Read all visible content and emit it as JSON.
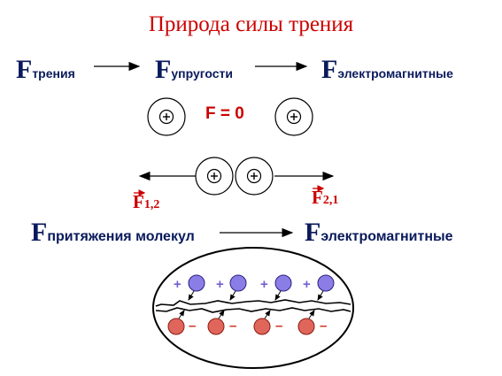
{
  "title": "Природа силы трения",
  "row1": {
    "f1_letter": "F",
    "f1_sub": "трения",
    "f2_letter": "F",
    "f2_sub": "упругости",
    "f3_letter": "F",
    "f3_sub": "электромагнитные"
  },
  "zero_force_label": "F = 0",
  "vector_labels": {
    "left": {
      "letter": "F",
      "sub": "1,2"
    },
    "right": {
      "letter": "F",
      "sub": "2,1"
    }
  },
  "row2": {
    "f1_letter": "F",
    "f1_sub": "притяжения молекул",
    "f2_letter": "F",
    "f2_sub": "электромагнитные"
  },
  "charges": {
    "positive": "+",
    "negative": "–"
  },
  "colors": {
    "title": "#cc0000",
    "text": "#0a1a5c",
    "positive_particle": "#8a7ee6",
    "negative_particle": "#e0665c"
  }
}
